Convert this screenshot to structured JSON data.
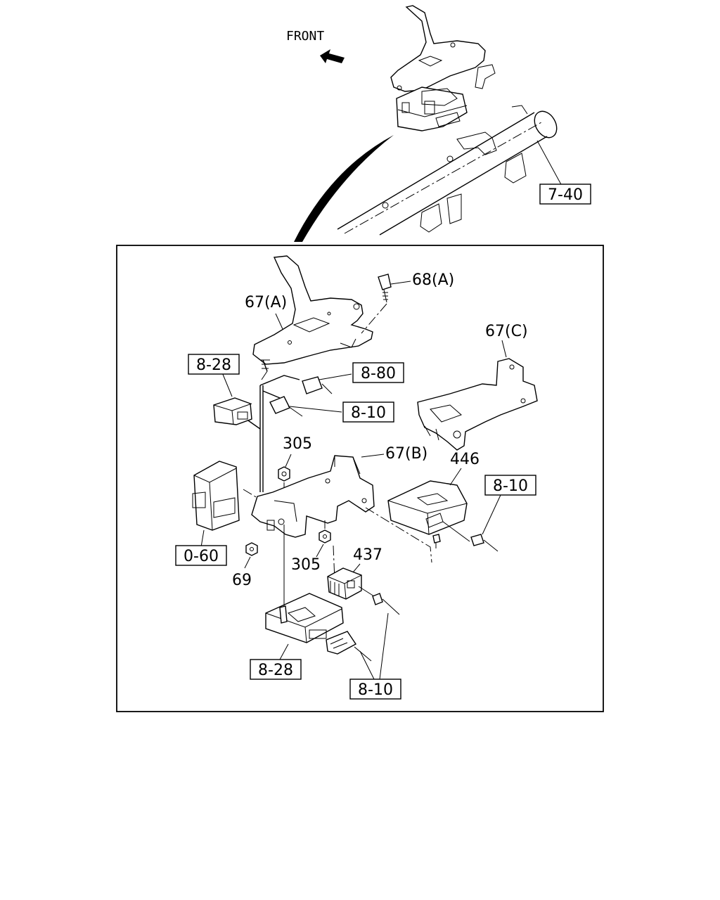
{
  "front_label": "FRONT",
  "labels": {
    "ref_7_40": "7-40",
    "p67a": "67(A)",
    "p68a": "68(A)",
    "p67c": "67(C)",
    "ref_8_28_top": "8-28",
    "ref_8_80": "8-80",
    "ref_8_10_a": "8-10",
    "p305_top": "305",
    "p67b": "67(B)",
    "p446": "446",
    "ref_8_10_b": "8-10",
    "ref_0_60": "0-60",
    "p69": "69",
    "p305_bottom": "305",
    "p437": "437",
    "ref_8_28_bottom": "8-28",
    "ref_8_10_c": "8-10"
  }
}
